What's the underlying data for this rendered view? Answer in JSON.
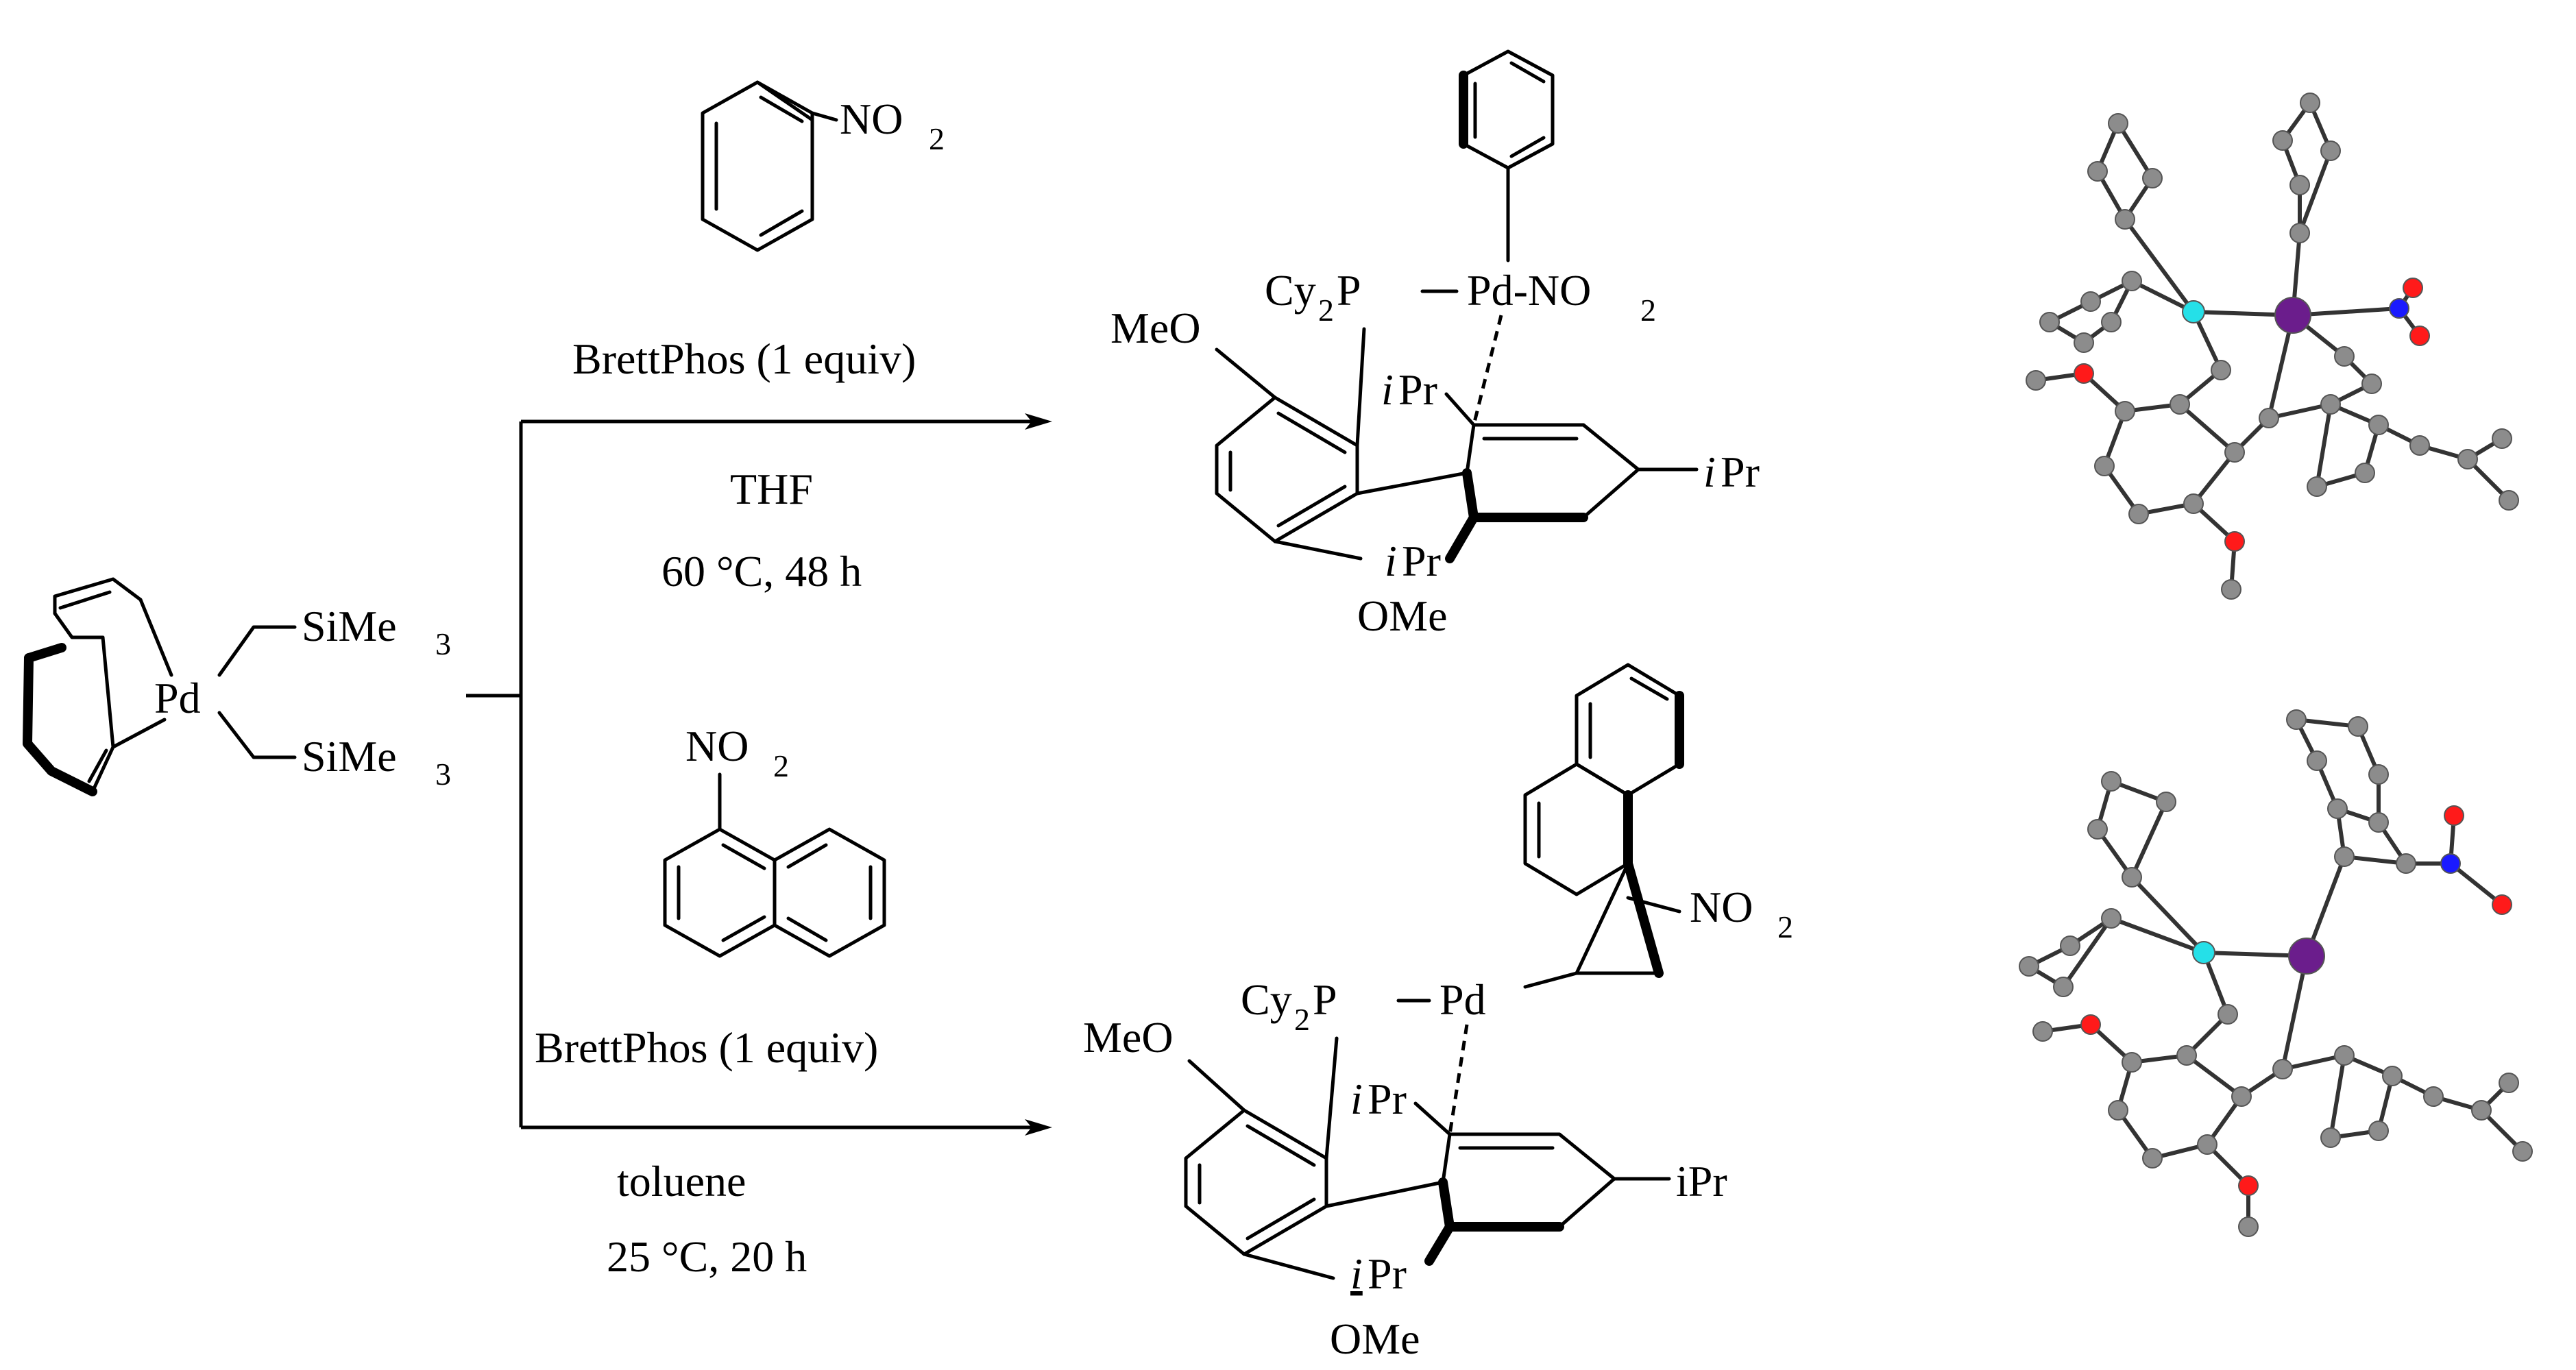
{
  "reactant": {
    "metal": "Pd",
    "ligand_a": "SiMe",
    "ligand_b": "SiMe",
    "sub3": "3"
  },
  "top": {
    "reagent_sub_main": "NO",
    "reagent_sub_2": "2",
    "ligand_text": "BrettPhos (1 equiv)",
    "solvent": "THF",
    "conditions": "60 °C, 48 h",
    "product": {
      "cy2p_a": "Cy",
      "cy2p_sub": "2",
      "cy2p_b": "P",
      "pd": "Pd-NO",
      "pd_sub": "2",
      "meo": "MeO",
      "ome": "OMe",
      "ipr_i": "i",
      "ipr_pr": "Pr"
    }
  },
  "bottom": {
    "reagent_sub_main": "NO",
    "reagent_sub_2": "2",
    "ligand_text": "BrettPhos (1 equiv)",
    "solvent": "toluene",
    "conditions": "25 °C, 20 h",
    "product": {
      "cy2p_a": "Cy",
      "cy2p_sub": "2",
      "cy2p_b": "P",
      "pd": "Pd",
      "no2": "NO",
      "no2_sub": "2",
      "meo": "MeO",
      "ome": "OMe",
      "ipr_i": "i",
      "ipr_pr": "Pr",
      "ipr_plain": "iPr"
    }
  },
  "colors": {
    "carbon": "#8c8c8c",
    "phosphorus": "#25e0e8",
    "palladium": "#6b1d8c",
    "nitrogen": "#1a1aff",
    "oxygen": "#ff1a1a"
  }
}
